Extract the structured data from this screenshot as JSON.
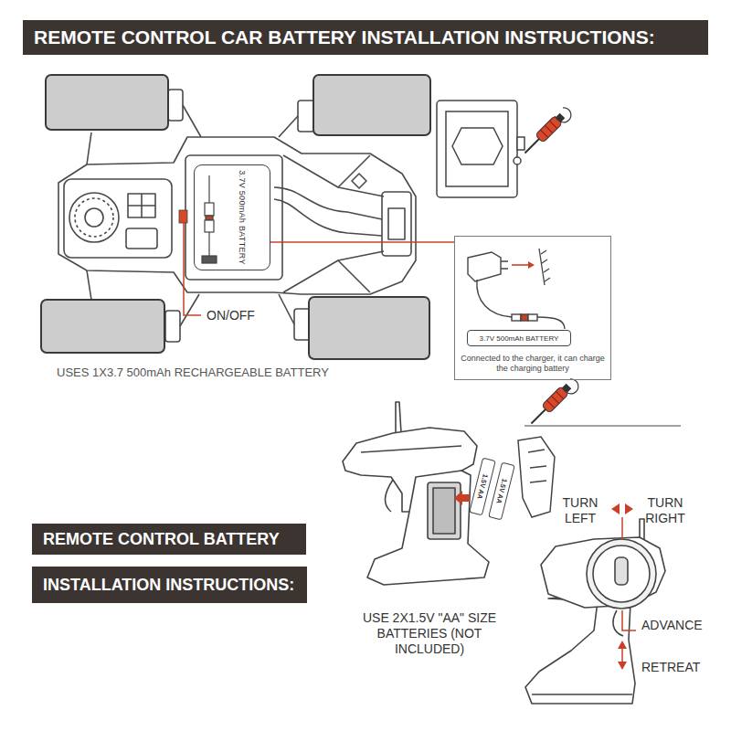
{
  "diagram": {
    "title": "REMOTE CONTROL CAR BATTERY INSTALLATION INSTRUCTIONS:",
    "nodes": [
      {
        "text": [
          "3.7V 500mAh BATTERY"
        ]
      },
      {
        "text": [
          "Connected to the charger, it can charge the charging battery"
        ]
      },
      {
        "text": [
          "3.7V 500mAh BATTERY"
        ],
        "in": 1
      },
      {
        "text": [
          "1.5V AA"
        ]
      },
      {
        "text": [
          "1.5V AA"
        ]
      },
      {
        "text": [
          "REMOTE CONTROL BATTERY"
        ]
      },
      {
        "text": [
          "INSTALLATION INSTRUCTIONS:"
        ]
      }
    ],
    "edges": [
      {
        "from": 0,
        "to": 1,
        "arrow": "none"
      }
    ],
    "labels": [
      "ON/OFF",
      "USES 1X3.7 500mAh RECHARGEABLE BATTERY",
      "TURN LEFT",
      "TURN RIGHT",
      "USE 2X1.5V \"AA\" SIZE BATTERIES (NOT INCLUDED)",
      "ADVANCE",
      "RETREAT"
    ]
  }
}
